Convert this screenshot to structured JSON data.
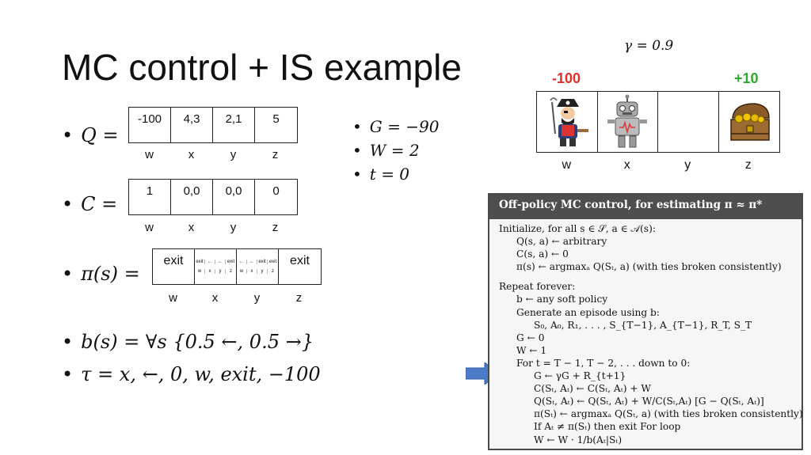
{
  "title": "MC control + IS example",
  "gamma": "γ = 0.9",
  "rewards": {
    "left": "-100",
    "right": "+10"
  },
  "rows": {
    "q_label": "Q =",
    "c_label": "C =",
    "pi_label": "π(s) =",
    "b_label": "b(s) = ∀s {0.5 ←, 0.5 →}",
    "tau_label": "τ = x, ←, 0, w, exit, −100"
  },
  "q_values": [
    "-100",
    "4,3",
    "2,1",
    "5"
  ],
  "c_values": [
    "1",
    "0,0",
    "0,0",
    "0"
  ],
  "pi_values": {
    "first": "exit",
    "last": "exit"
  },
  "pi_mini": {
    "top": [
      "exit",
      "←",
      "←",
      "exit",
      "←",
      "←",
      "exit"
    ],
    "bottom": [
      "w",
      "x",
      "y",
      "z",
      "w",
      "x",
      "y",
      "z"
    ]
  },
  "states": [
    "w",
    "x",
    "y",
    "z"
  ],
  "right_bullets": [
    "G = −90",
    "W = 2",
    "t = 0"
  ],
  "grid_icons": [
    "pirate-icon",
    "robot-icon",
    "empty",
    "treasure-chest-icon"
  ],
  "algorithm": {
    "header": "Off-policy MC control, for estimating π ≈ π*",
    "lines": [
      {
        "indent": 0,
        "text": "Initialize, for all s ∈ 𝒮, a ∈ 𝒜(s):"
      },
      {
        "indent": 1,
        "text": "Q(s, a) ← arbitrary"
      },
      {
        "indent": 1,
        "text": "C(s, a) ← 0"
      },
      {
        "indent": 1,
        "text": "π(s) ← argmaxₐ Q(Sₜ, a)     (with ties broken consistently)"
      },
      {
        "indent": -1,
        "text": ""
      },
      {
        "indent": 0,
        "text": "Repeat forever:"
      },
      {
        "indent": 1,
        "text": "b ← any soft policy"
      },
      {
        "indent": 1,
        "text": "Generate an episode using b:"
      },
      {
        "indent": 2,
        "text": "S₀, A₀, R₁, . . . , S_{T−1}, A_{T−1}, R_T, S_T"
      },
      {
        "indent": 1,
        "text": "G ← 0"
      },
      {
        "indent": 1,
        "text": "W ← 1"
      },
      {
        "indent": 1,
        "text": "For t = T − 1, T − 2, . . . down to 0:"
      },
      {
        "indent": 2,
        "text": "G ← γG + R_{t+1}"
      },
      {
        "indent": 2,
        "text": "C(Sₜ, Aₜ) ← C(Sₜ, Aₜ) + W"
      },
      {
        "indent": 2,
        "text": "Q(Sₜ, Aₜ) ← Q(Sₜ, Aₜ) + W/C(Sₜ,Aₜ) [G − Q(Sₜ, Aₜ)]"
      },
      {
        "indent": 2,
        "text": "π(Sₜ) ← argmaxₐ Q(Sₜ, a)    (with ties broken consistently)"
      },
      {
        "indent": 2,
        "text": "If Aₜ ≠ π(Sₜ) then exit For loop"
      },
      {
        "indent": 2,
        "text": "W ← W · 1/b(Aₜ|Sₜ)"
      }
    ]
  },
  "colors": {
    "negative": "#e0302c",
    "positive": "#2eaa2e",
    "arrow": "#4a7cc9",
    "algo_header": "#4e4e4e"
  }
}
